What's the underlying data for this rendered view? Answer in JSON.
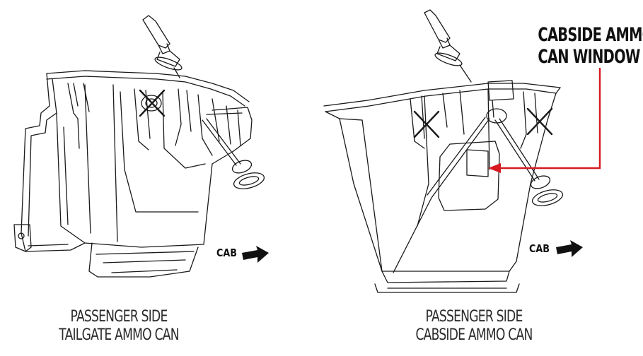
{
  "callout": {
    "line1": "CABSIDE AMMO",
    "line2": "CAN WINDOW",
    "color": "#d71920"
  },
  "left_figure": {
    "caption_line1": "PASSENGER SIDE",
    "caption_line2": "TAILGATE AMMO CAN",
    "direction_label": "CAB"
  },
  "right_figure": {
    "caption_line1": "PASSENGER SIDE",
    "caption_line2": "CABSIDE AMMO CAN",
    "direction_label": "CAB"
  },
  "colors": {
    "line": "#1a1a1a",
    "background": "#ffffff",
    "leader": "#d71920"
  },
  "icons": [
    "push-pin-fastener-icon",
    "x-mark-icon",
    "right-arrow-icon",
    "pull-ring-icon"
  ]
}
